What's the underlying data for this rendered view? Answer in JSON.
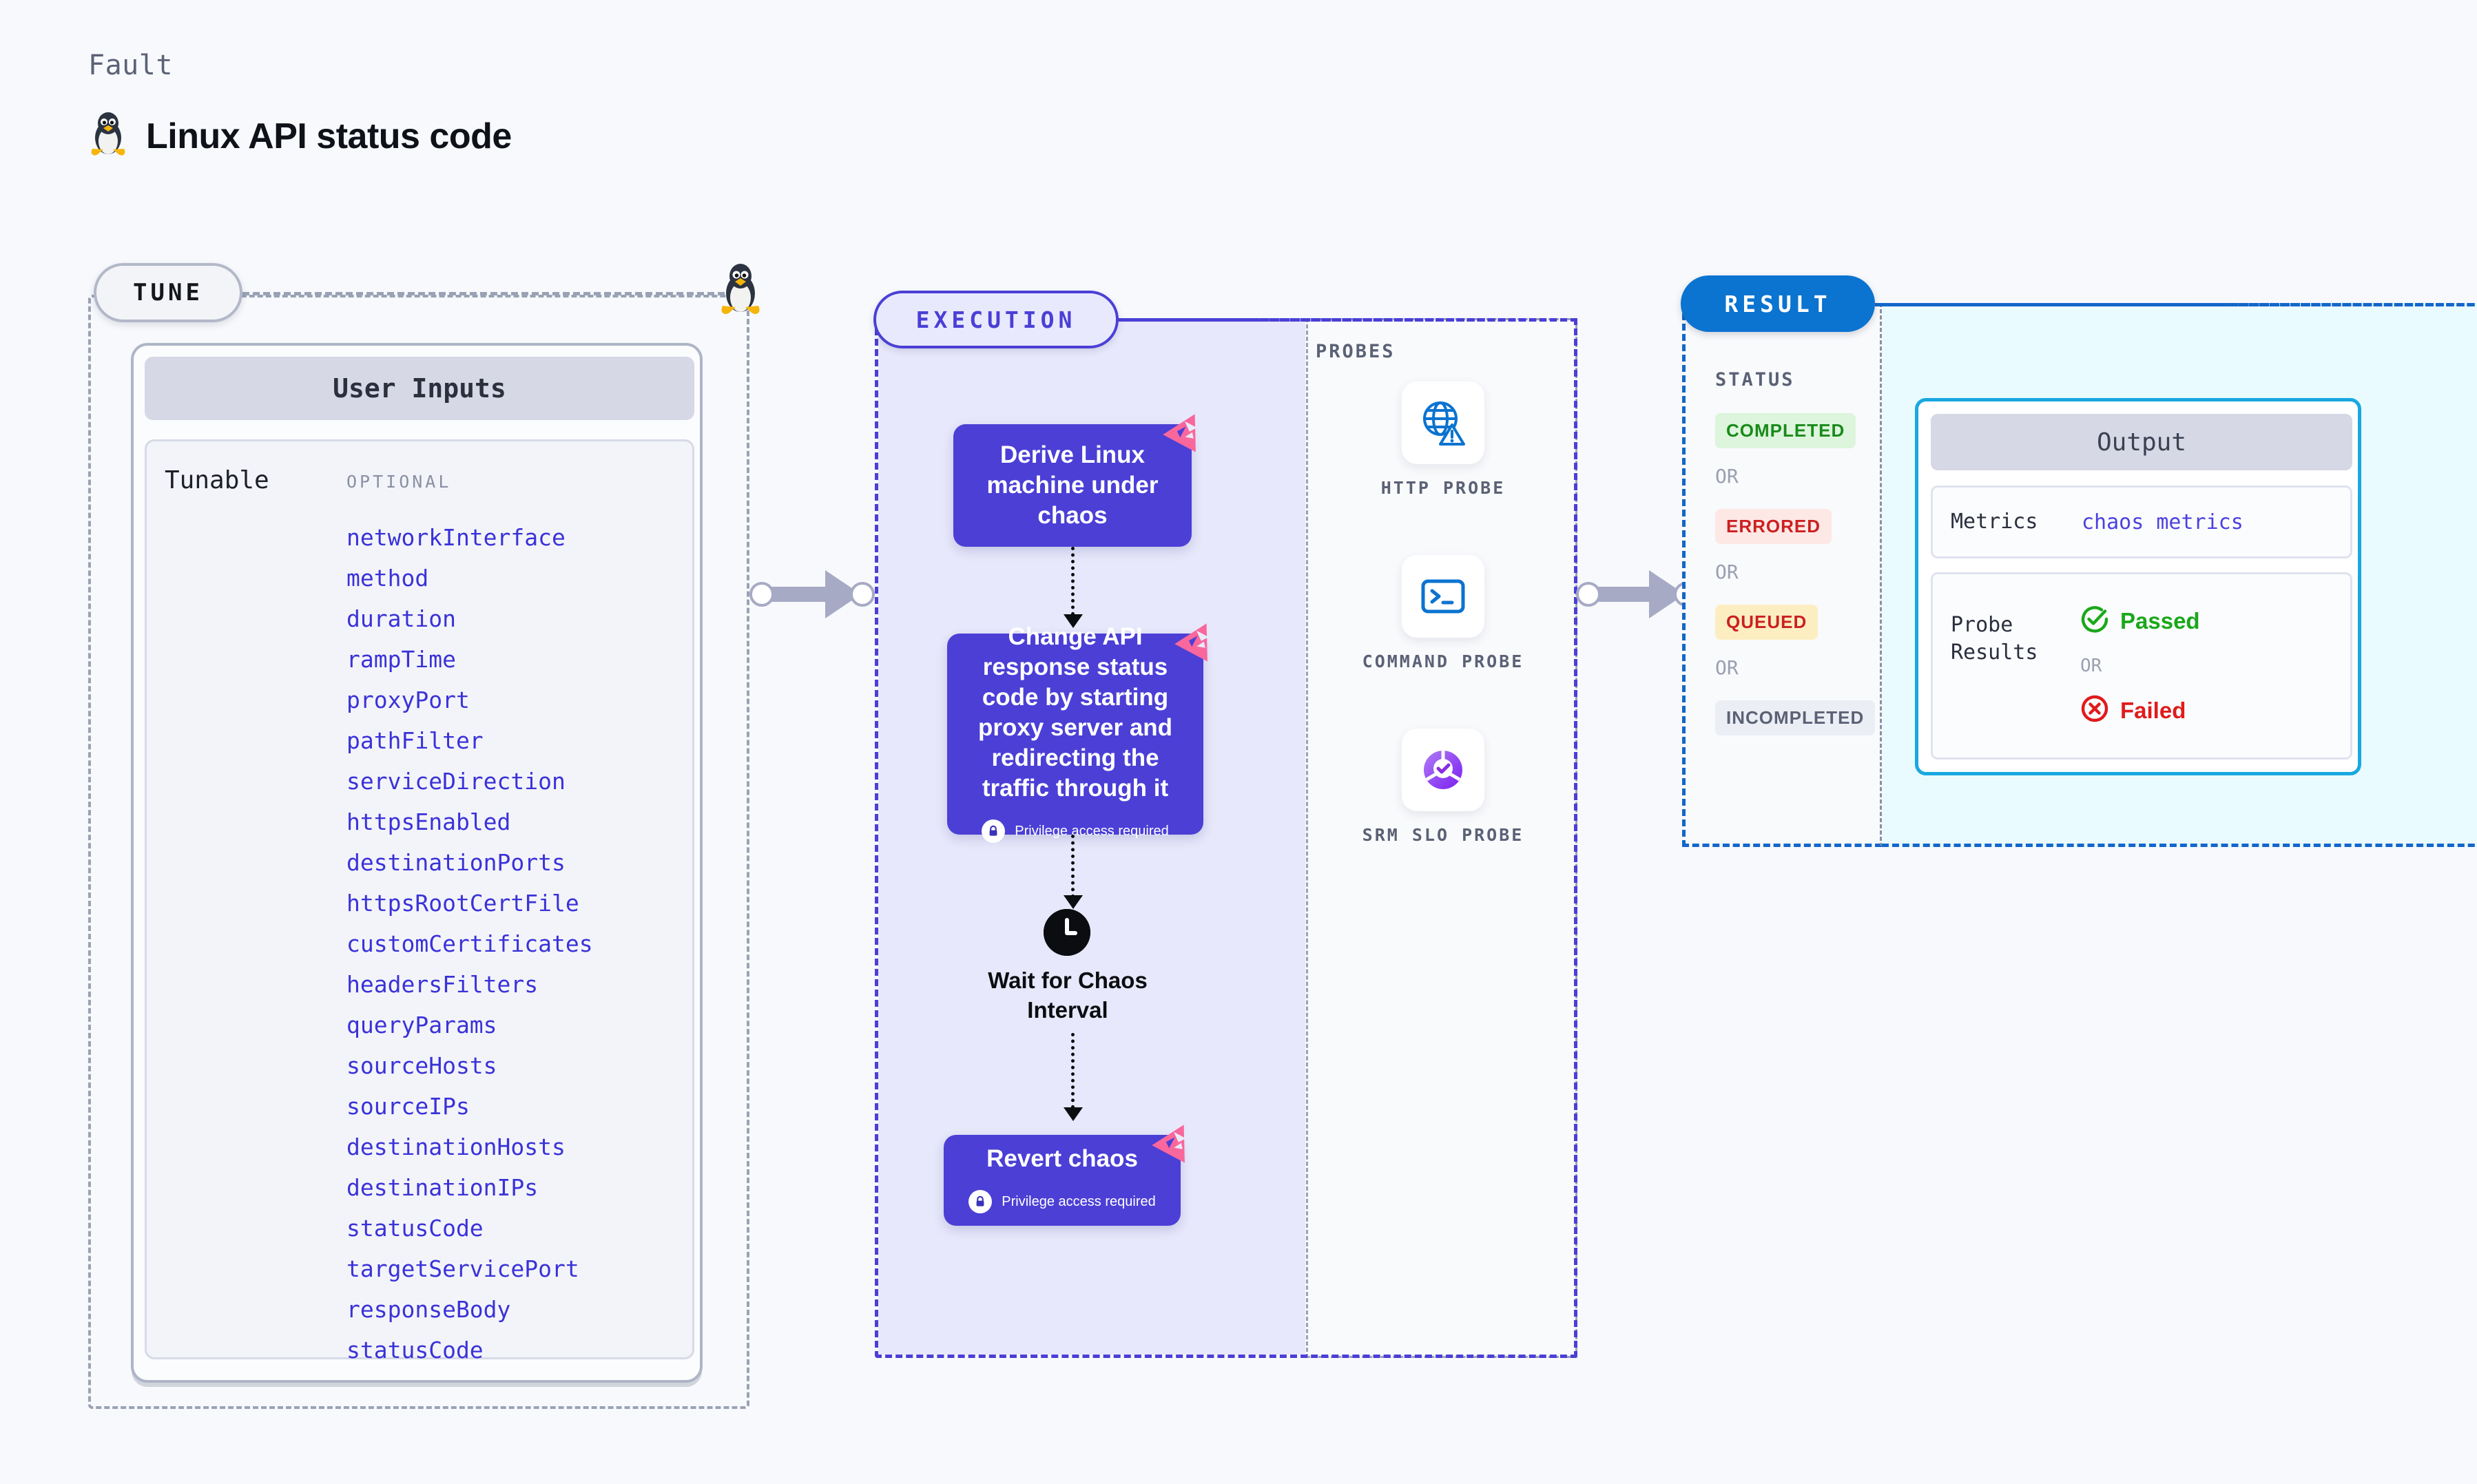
{
  "header": {
    "kicker": "Fault",
    "title": "Linux API status code",
    "os_icon": "linux-tux-icon"
  },
  "tune": {
    "badge": "TUNE",
    "card_title": "User Inputs",
    "section_label": "Tunable",
    "optional_label": "OPTIONAL",
    "parameters": [
      "networkInterface",
      "method",
      "duration",
      "rampTime",
      "proxyPort",
      "pathFilter",
      "serviceDirection",
      "httpsEnabled",
      "destinationPorts",
      "httpsRootCertFile",
      "customCertificates",
      "headersFilters",
      "queryParams",
      "sourceHosts",
      "sourceIPs",
      "destinationHosts",
      "destinationIPs",
      "statusCode",
      "targetServicePort",
      "responseBody",
      "statusCode"
    ]
  },
  "execution": {
    "badge": "EXECUTION",
    "steps": [
      {
        "title": "Derive Linux machine under chaos",
        "privilege": null
      },
      {
        "title": "Change API response status code by starting proxy server and redirecting the traffic through it",
        "privilege": "Privilege access required"
      },
      {
        "title": "Revert chaos",
        "privilege": "Privilege access required"
      }
    ],
    "wait": {
      "icon": "clock-icon",
      "label": "Wait for Chaos Interval"
    },
    "probes_label": "PROBES",
    "probes": [
      {
        "name": "HTTP PROBE",
        "icon": "globe-warning-icon"
      },
      {
        "name": "COMMAND PROBE",
        "icon": "terminal-icon"
      },
      {
        "name": "SRM SLO PROBE",
        "icon": "slo-donut-check-icon"
      }
    ]
  },
  "result": {
    "badge": "RESULT",
    "status_label": "STATUS",
    "or_label": "OR",
    "statuses": [
      {
        "label": "COMPLETED",
        "bg": "#dcf5dc",
        "fg": "#1a8a1a"
      },
      {
        "label": "ERRORED",
        "bg": "#fde8e6",
        "fg": "#cc2020"
      },
      {
        "label": "QUEUED",
        "bg": "#fdeec2",
        "fg": "#cc2020"
      },
      {
        "label": "INCOMPLETED",
        "bg": "#eceef5",
        "fg": "#5b6276"
      }
    ],
    "output": {
      "title": "Output",
      "metrics_key": "Metrics",
      "metrics_value": "chaos metrics",
      "probe_results_key": "Probe Results",
      "passed_label": "Passed",
      "failed_label": "Failed",
      "or_label": "OR"
    }
  },
  "colors": {
    "page_bg": "#f7f9fc",
    "accent_purple": "#4b3fd6",
    "accent_blue": "#0b73d0",
    "accent_cyan": "#19a8e0",
    "param_blue": "#3a32d8",
    "pink": "#f9679c",
    "arrow_gray": "#a7aac4"
  }
}
